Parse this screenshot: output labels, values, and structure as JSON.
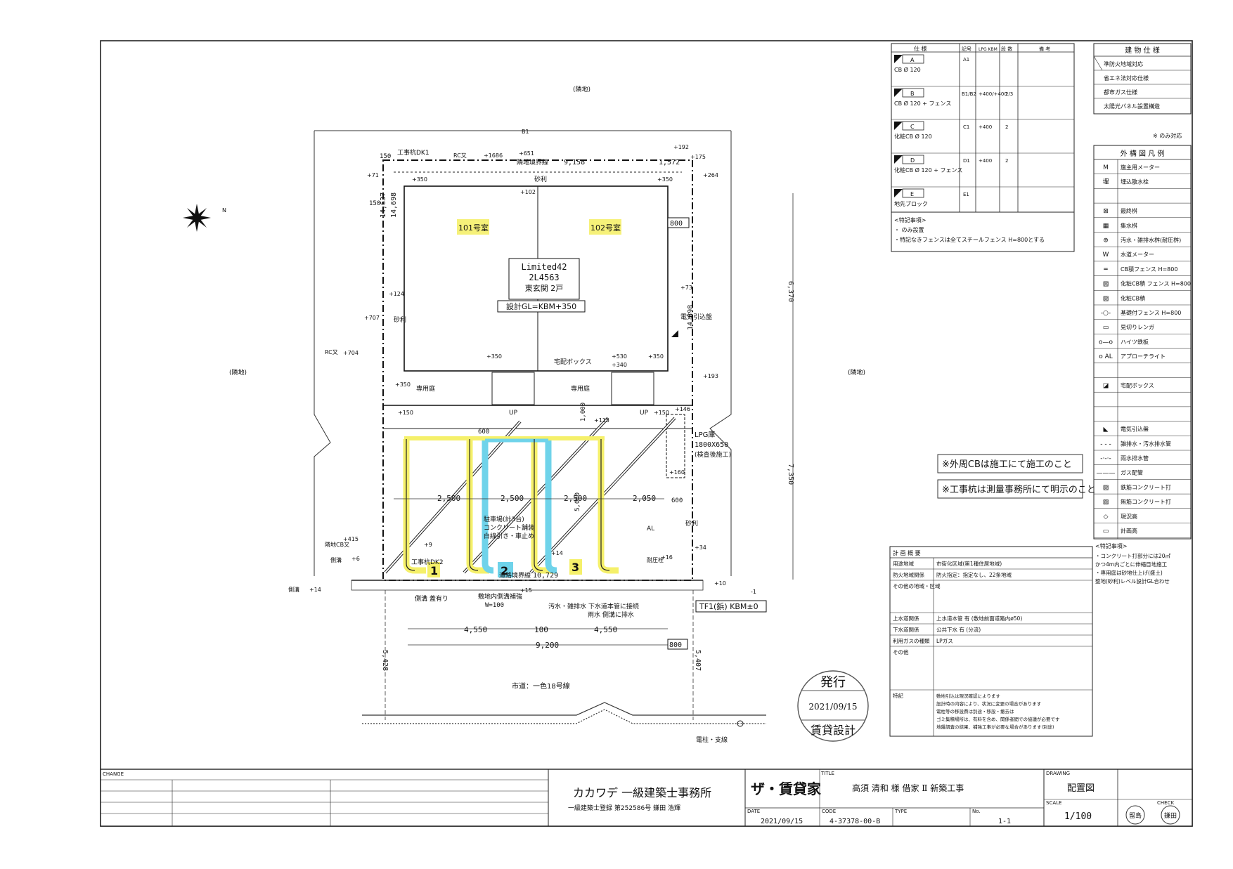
{
  "site": {
    "neighbor_label": "(隣地)",
    "road_name": "市道：一色18号線",
    "utility_pole_label": "電柱・支線",
    "building_box": {
      "line1": "Limited42",
      "line2": "2L4563",
      "line3": "東玄関 2戸",
      "gl": "設計GL=KBM+350"
    },
    "unit_labels": [
      "101号室",
      "102号室"
    ],
    "yard_label": "専用庭",
    "delivery_box_label": "宅配ボックス",
    "gravel_label": "砂利",
    "up_label": "UP",
    "lpg_label": "LPG庫",
    "lpg_size": "1800X650",
    "lpg_note": "(検査後施工)",
    "meter_label": "電気引込盤",
    "parking_note": "駐車場(計3台)",
    "parking_note2": "コンクリート舗装",
    "parking_note3": "白線引き・車止め",
    "parking_numbers": [
      "1",
      "2",
      "3"
    ],
    "kbm_label": "TF1(鋲) KBM±0",
    "boundary_label": "隣地境界線",
    "road_boundary_label": "道路境界線",
    "side_gutter_label": "側溝 蓋有り",
    "inner_drain_label": "敷地内側溝補強",
    "inner_drain_w": "W=100",
    "drain_connect1": "汚水・雑排水 下水道本管に接続",
    "drain_connect2": "雨水 側溝に排水",
    "survey_label1": "工事杭DK1",
    "survey_label2": "工事杭DK2",
    "rc_label": "RC又",
    "boundary_cb": "隣地CB又",
    "side_label": "側溝",
    "pressure_label": "耐圧栓",
    "al_label": "AL",
    "dims": {
      "top_total": "9,158",
      "top_right": "1,572",
      "left_left": "14,637",
      "left_right": "14,698",
      "right_mid": "14,698",
      "right_upper": "6,370",
      "right_lower": "7,350",
      "bay1": "2,500",
      "bay2": "2,500",
      "bay3": "2,500",
      "bay4": "2,050",
      "bottom_left": "4,550",
      "bottom_mid": "100",
      "bottom_right": "4,550",
      "bottom_total": "9,200",
      "road_left": "5,428",
      "road_right": "5,407",
      "front_boundary": "10,729",
      "d150": "150",
      "d600": "600",
      "d500": "5,000",
      "d300": "1,000",
      "d800": "800",
      "d80r": "800"
    },
    "elev_tags": [
      "+350",
      "+350",
      "+350",
      "+530",
      "+340",
      "+350",
      "+150",
      "+350",
      "+150",
      "+115"
    ],
    "level_tags": [
      "+192",
      "+175",
      "+264",
      "+71",
      "+651",
      "+1686",
      "+102",
      "+124",
      "+707",
      "+704",
      "+73",
      "+193",
      "+146",
      "+160",
      "+34",
      "+415",
      "+6",
      "+14",
      "+9",
      "+14",
      "+15",
      "+16",
      "+10",
      "-1"
    ],
    "notes": [
      "※外周CBは施工にて施工のこと",
      "※工事杭は測量事務所にて明示のこと"
    ],
    "compass_mark": "N"
  },
  "spec_table": {
    "headers": [
      "仕 様",
      "記号",
      "LPG\nKBM",
      "段 数",
      "備 考"
    ],
    "rows": [
      {
        "code": "A",
        "desc": "CB Ø 120",
        "sym": "A1",
        "kbm": "",
        "qty": ""
      },
      {
        "code": "B",
        "desc": "CB Ø 120 + フェンス",
        "sym": "B1/B2",
        "kbm": "+400/+400",
        "qty": "2/3"
      },
      {
        "code": "C",
        "desc": "化粧CB Ø 120",
        "sym": "C1",
        "kbm": "+400",
        "qty": "2"
      },
      {
        "code": "D",
        "desc": "化粧CB Ø 120 + フェンス",
        "sym": "D1",
        "kbm": "+400",
        "qty": "2"
      },
      {
        "code": "E",
        "desc": "地先ブロック",
        "sym": "E1",
        "kbm": "",
        "qty": ""
      }
    ],
    "special_title": "<特記事項>",
    "special1": "・ のみ設置",
    "special2": "・特記なきフェンスは全てスチールフェンス H=800とする"
  },
  "building_spec": {
    "title": "建 物 仕 様",
    "items": [
      "準防火地域対応",
      "省エネ法対応仕様",
      "都市ガス仕様",
      "太陽光パネル設置構造"
    ],
    "footnote": "※ のみ対応"
  },
  "legend": {
    "title": "外 構 図 凡 例",
    "items": [
      {
        "sym": "M",
        "label": "施主用メーター"
      },
      {
        "sym": "埋",
        "label": "埋込散水栓"
      },
      {
        "sym": "",
        "label": ""
      },
      {
        "sym": "⊠",
        "label": "最終桝"
      },
      {
        "sym": "▦",
        "label": "集水桝"
      },
      {
        "sym": "⊕",
        "label": "汚水・雑排水桝(耐圧桝)"
      },
      {
        "sym": "W",
        "label": "水道メーター"
      },
      {
        "sym": "═",
        "label": "CB積フェンス H=800"
      },
      {
        "sym": "▨",
        "label": "化粧CB積 フェンス H=800"
      },
      {
        "sym": "▨",
        "label": "化粧CB積"
      },
      {
        "sym": "-○-",
        "label": "基礎付フェンス H=800"
      },
      {
        "sym": "▭",
        "label": "見切りレンガ"
      },
      {
        "sym": "o—o",
        "label": "ハイツ鉄板"
      },
      {
        "sym": "o AL",
        "label": "アプローチライト"
      },
      {
        "sym": "",
        "label": ""
      },
      {
        "sym": "◪",
        "label": "宅配ボックス"
      },
      {
        "sym": "",
        "label": ""
      },
      {
        "sym": "",
        "label": ""
      },
      {
        "sym": "◣",
        "label": "電気引込盤"
      },
      {
        "sym": "- - -",
        "label": "雑排水・汚水排水管"
      },
      {
        "sym": "-·-·-",
        "label": "雨水排水管"
      },
      {
        "sym": "———",
        "label": "ガス配管"
      },
      {
        "sym": "▨",
        "label": "鉄筋コンクリート打"
      },
      {
        "sym": "▨",
        "label": "無筋コンクリート打"
      },
      {
        "sym": "◇",
        "label": "現況高"
      },
      {
        "sym": "▭",
        "label": "計画高"
      }
    ],
    "notes_title": "<特記事項>",
    "notes": [
      "・コンクリート打部分には20㎡",
      "かつ4m内ごとに伸縮目地施工",
      "・専用庭は砂地仕上げ(盛土)",
      "整地(砂利)レベル設計GL合わせ"
    ]
  },
  "plan_summary": {
    "title": "計 画 概 要",
    "rows": [
      {
        "k": "用途地域",
        "v": "市街化区域(第1種住居地域)"
      },
      {
        "k": "防火地域関係",
        "v": "防火指定：指定なし、22条地域"
      },
      {
        "k": "その他の地域・区域",
        "v": ""
      },
      {
        "k": "上水道関係",
        "v": "上水道本管 有 (敷地前面道路内ø50)"
      },
      {
        "k": "下水道関係",
        "v": "公共下水 有 (分流)"
      },
      {
        "k": "利用ガスの種類",
        "v": "LPガス"
      },
      {
        "k": "その他",
        "v": ""
      },
      {
        "k": "特記",
        "v": "敷地引込は現況確認によります\n設計時の内容により、状況に変更の場合があります\n電柱等の移設費は別途・移設・撤去は\nゴミ集積場所は、有料を含め、関係者間での協議が必要です\n地盤調査の結果、補強工事が必要な場合があります(別途)"
      }
    ]
  },
  "stamp": {
    "top": "発行",
    "date": "2021/09/15",
    "bottom": "賃貸設計"
  },
  "title_block": {
    "change": "CHANGE",
    "office": "カカワデ 一級建築士事務所",
    "registration": "一級建築士登録 第252586号 鎌田 浩輝",
    "logo": "ザ・賃貸家",
    "title_label": "TITLE",
    "title": "高須 清和 様 借家 Ⅱ 新築工事",
    "drawing_label": "DRAWING",
    "drawing": "配置図",
    "date_label": "DATE",
    "date": "2021/09/15",
    "code_label": "CODE",
    "code": "4-37378-00-B",
    "type_label": "TYPE",
    "no_label": "No.",
    "no": "1-1",
    "scale_label": "SCALE",
    "scale": "1/100",
    "check_label": "CHECK",
    "stamp1": "留島",
    "stamp2": "鎌田"
  },
  "colors": {
    "line": "#1a1a1a",
    "yellow": "#f5f06a",
    "cyan": "#6fd3ea",
    "paper": "#ffffff"
  }
}
